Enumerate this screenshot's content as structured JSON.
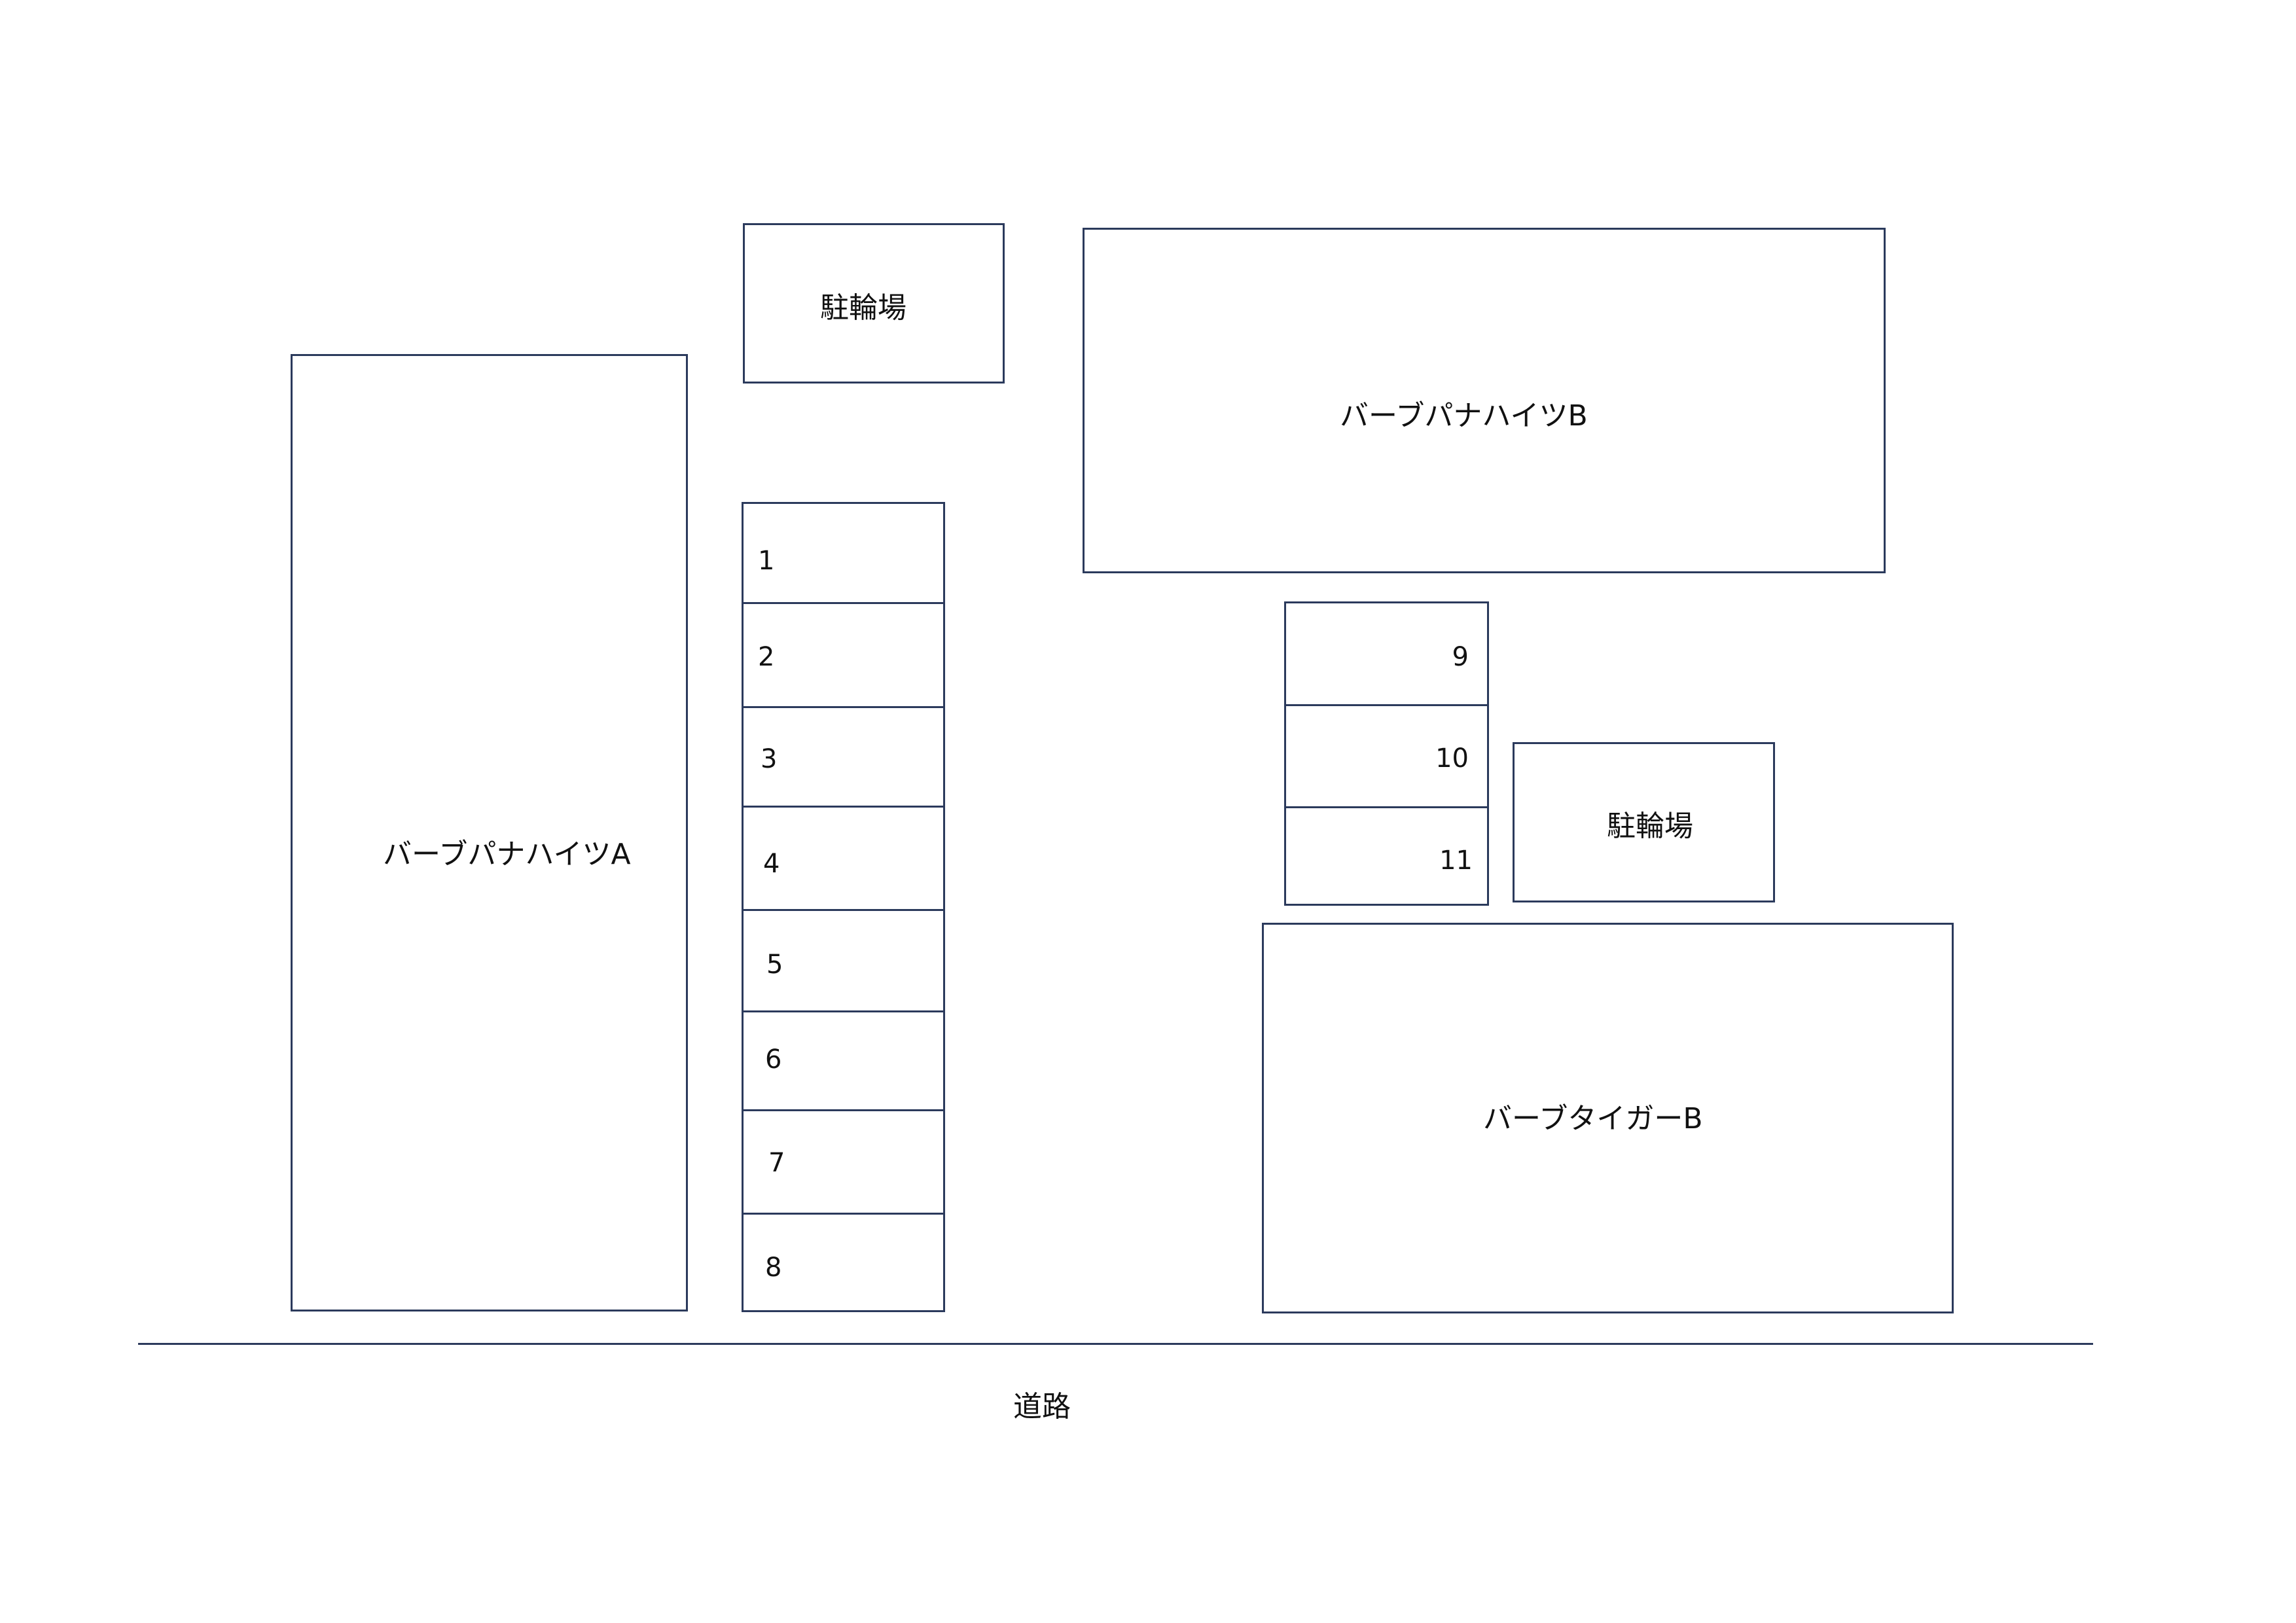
{
  "buildings": {
    "heights_a": "バーブパナハイツA",
    "heights_b": "バーブパナハイツB",
    "tiger_b": "バーブタイガーB"
  },
  "bicycle_parking": {
    "top": "駐輪場",
    "right": "駐輪場"
  },
  "parking_left": [
    "1",
    "2",
    "3",
    "4",
    "5",
    "6",
    "7",
    "8"
  ],
  "parking_right": [
    "9",
    "10",
    "11"
  ],
  "road": {
    "label": "道路"
  },
  "colors": {
    "outline": "#2b3a5c"
  }
}
